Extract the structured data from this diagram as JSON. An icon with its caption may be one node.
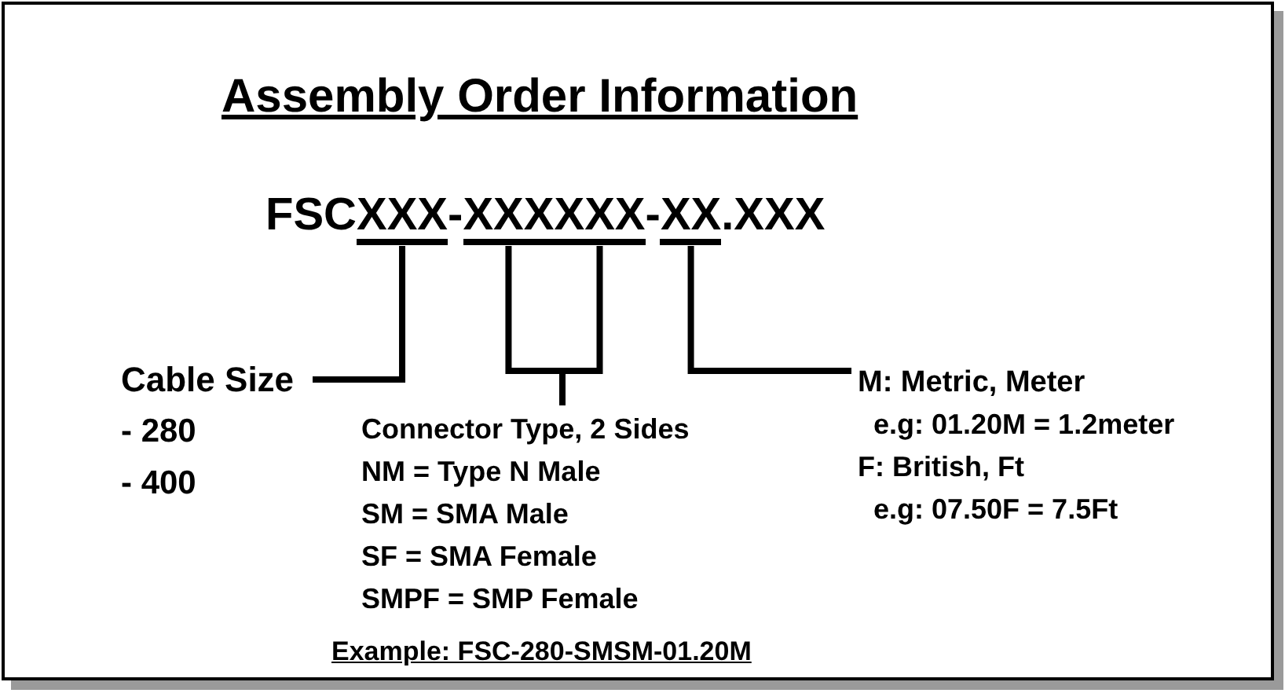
{
  "diagram": {
    "title": "Assembly Order Information",
    "nodes": [
      {
        "text": [
          "XXX"
        ]
      },
      {
        "text": [
          "XXX"
        ]
      },
      {
        "text": [
          "XXX"
        ]
      },
      {
        "text": [
          "XX"
        ]
      },
      {
        "text": [
          "Cable Size",
          "- 280",
          "- 400"
        ]
      },
      {
        "text": [
          "Connector Type, 2 Sides",
          "NM = Type N Male",
          "SM = SMA Male",
          "SF = SMA Female",
          "SMPF = SMP Female"
        ]
      },
      {
        "text": [
          "M: Metric, Meter",
          "e.g: 01.20M = 1.2meter",
          "F: British, Ft",
          "e.g: 07.50F = 7.5Ft"
        ]
      }
    ],
    "edges": [
      {
        "from": 0,
        "to": 4,
        "arrow": "none"
      },
      {
        "from": 1,
        "to": 5,
        "arrow": "none"
      },
      {
        "from": 2,
        "to": 5,
        "arrow": "none"
      },
      {
        "from": 3,
        "to": 6,
        "arrow": "none"
      }
    ],
    "labels": [
      "FSC",
      "-",
      "-",
      ".XXX"
    ],
    "caption": "Example: FSC-280-SMSM-01.20M"
  }
}
